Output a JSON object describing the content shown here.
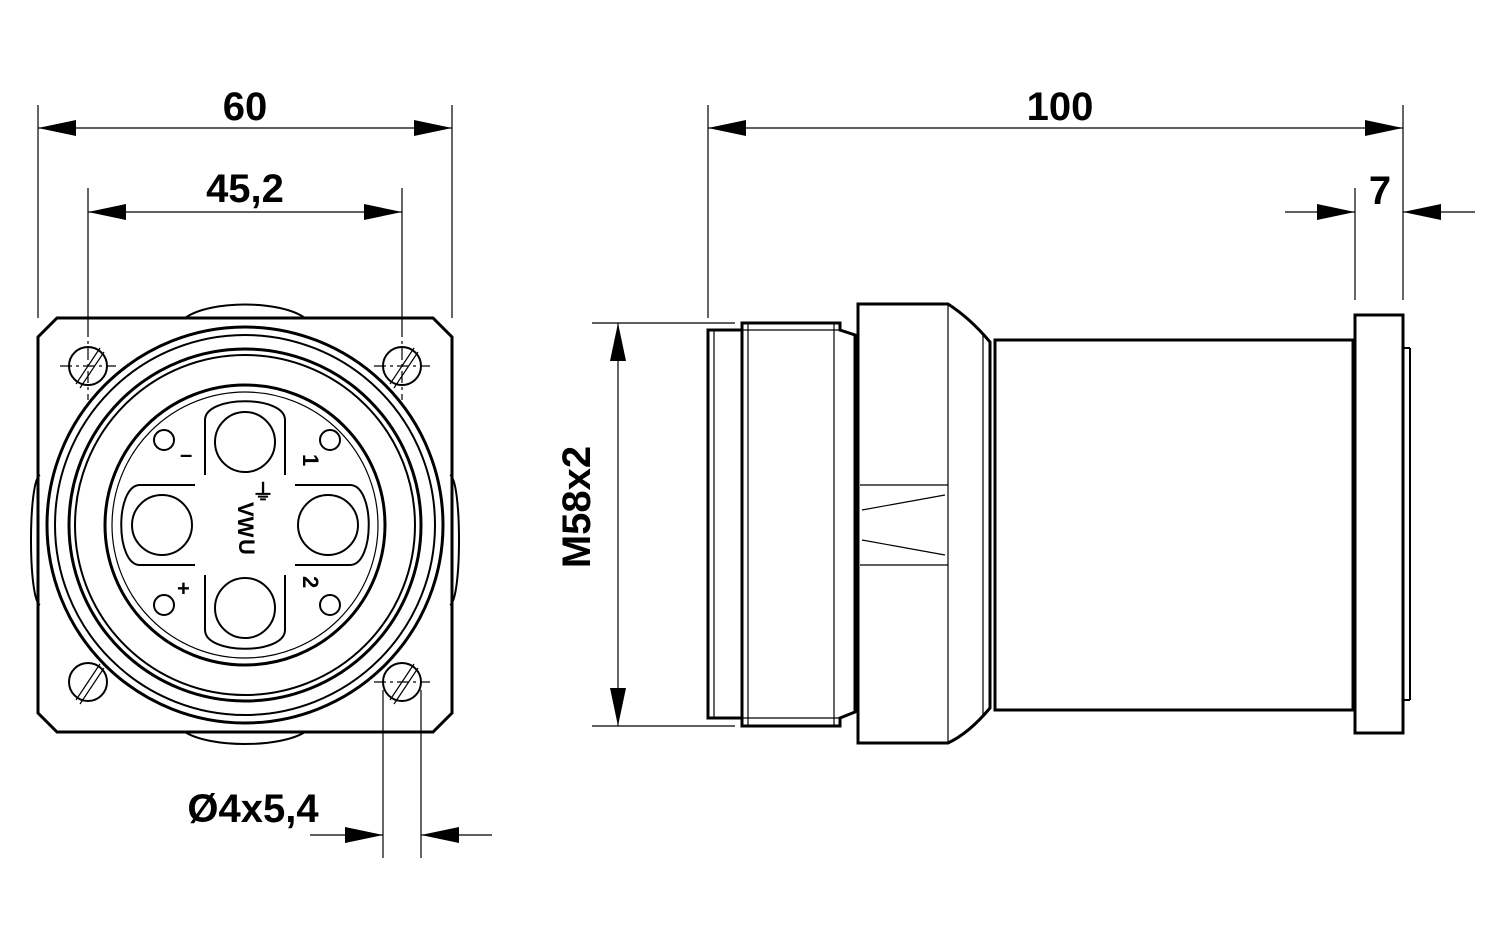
{
  "dimensions": {
    "overall_width": "60",
    "hole_spacing": "45,2",
    "overall_length": "100",
    "flange_thickness": "7",
    "thread": "M58x2",
    "mounting_hole": "Ø4x5,4"
  },
  "pin_labels": {
    "minus": "–",
    "plus": "+",
    "one": "1",
    "two": "2",
    "vw": "VW",
    "u": "U",
    "pe_symbol": "⏚"
  }
}
